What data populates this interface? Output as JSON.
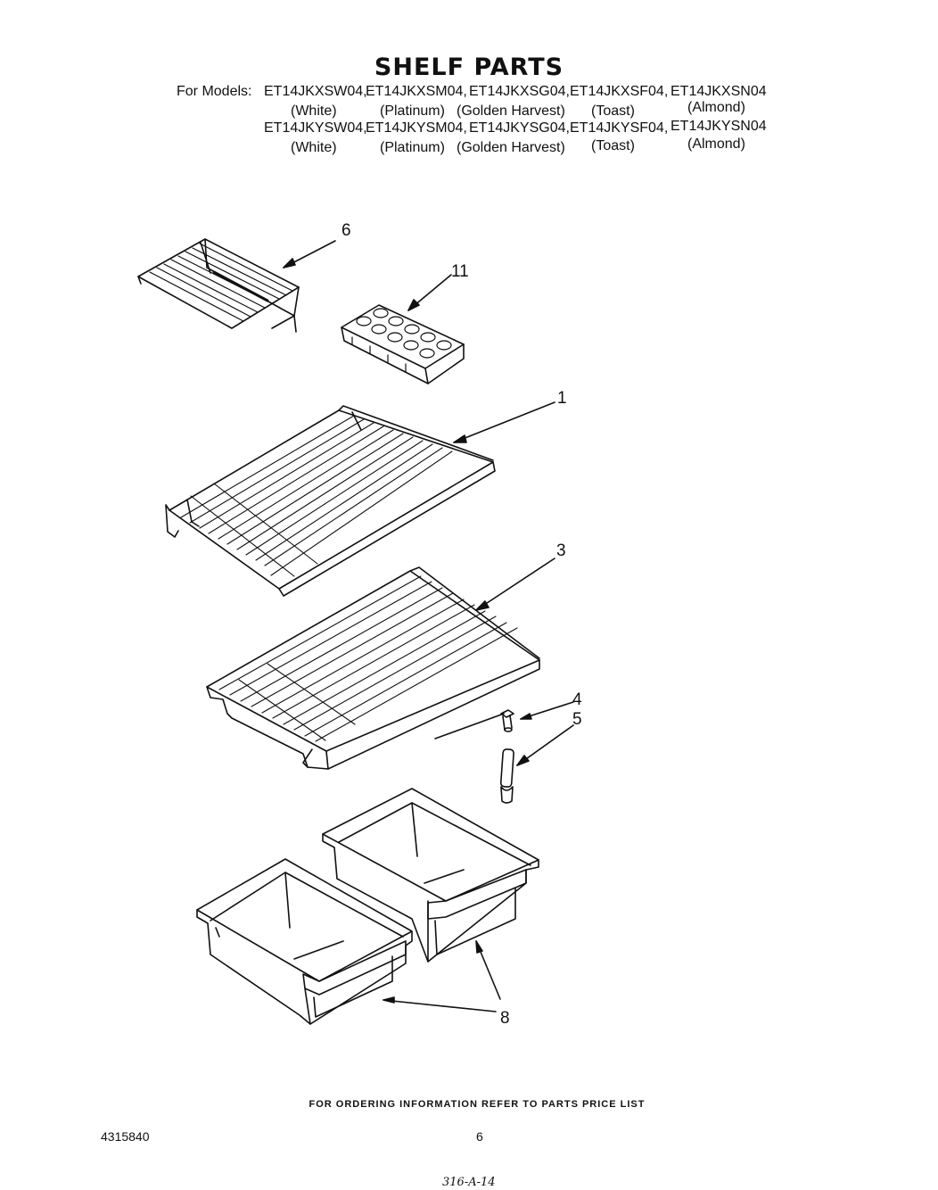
{
  "title": "SHELF PARTS",
  "models": {
    "for_label": "For Models:",
    "row1": [
      "ET14JKXSW04,",
      "ET14JKXSM04,",
      "ET14JKXSG04,",
      "ET14JKXSF04,",
      "ET14JKXSN04"
    ],
    "colors1": [
      "(White)",
      "(Platinum)",
      "(Golden Harvest)",
      "(Toast)",
      "(Almond)"
    ],
    "row2": [
      "ET14JKYSW04,",
      "ET14JKYSM04,",
      "ET14JKYSG04,",
      "ET14JKYSF04,",
      "ET14JKYSN04"
    ],
    "colors2": [
      "(White)",
      "(Platinum)",
      "(Golden Harvest)",
      "(Toast)",
      "(Almond)"
    ]
  },
  "callouts": {
    "c6": "6",
    "c11": "11",
    "c1": "1",
    "c3": "3",
    "c4": "4",
    "c5": "5",
    "c8": "8"
  },
  "footer": "FOR ORDERING INFORMATION REFER TO PARTS PRICE LIST",
  "doc_number": "4315840",
  "page_number": "6",
  "handwritten_note": "316-A-14"
}
